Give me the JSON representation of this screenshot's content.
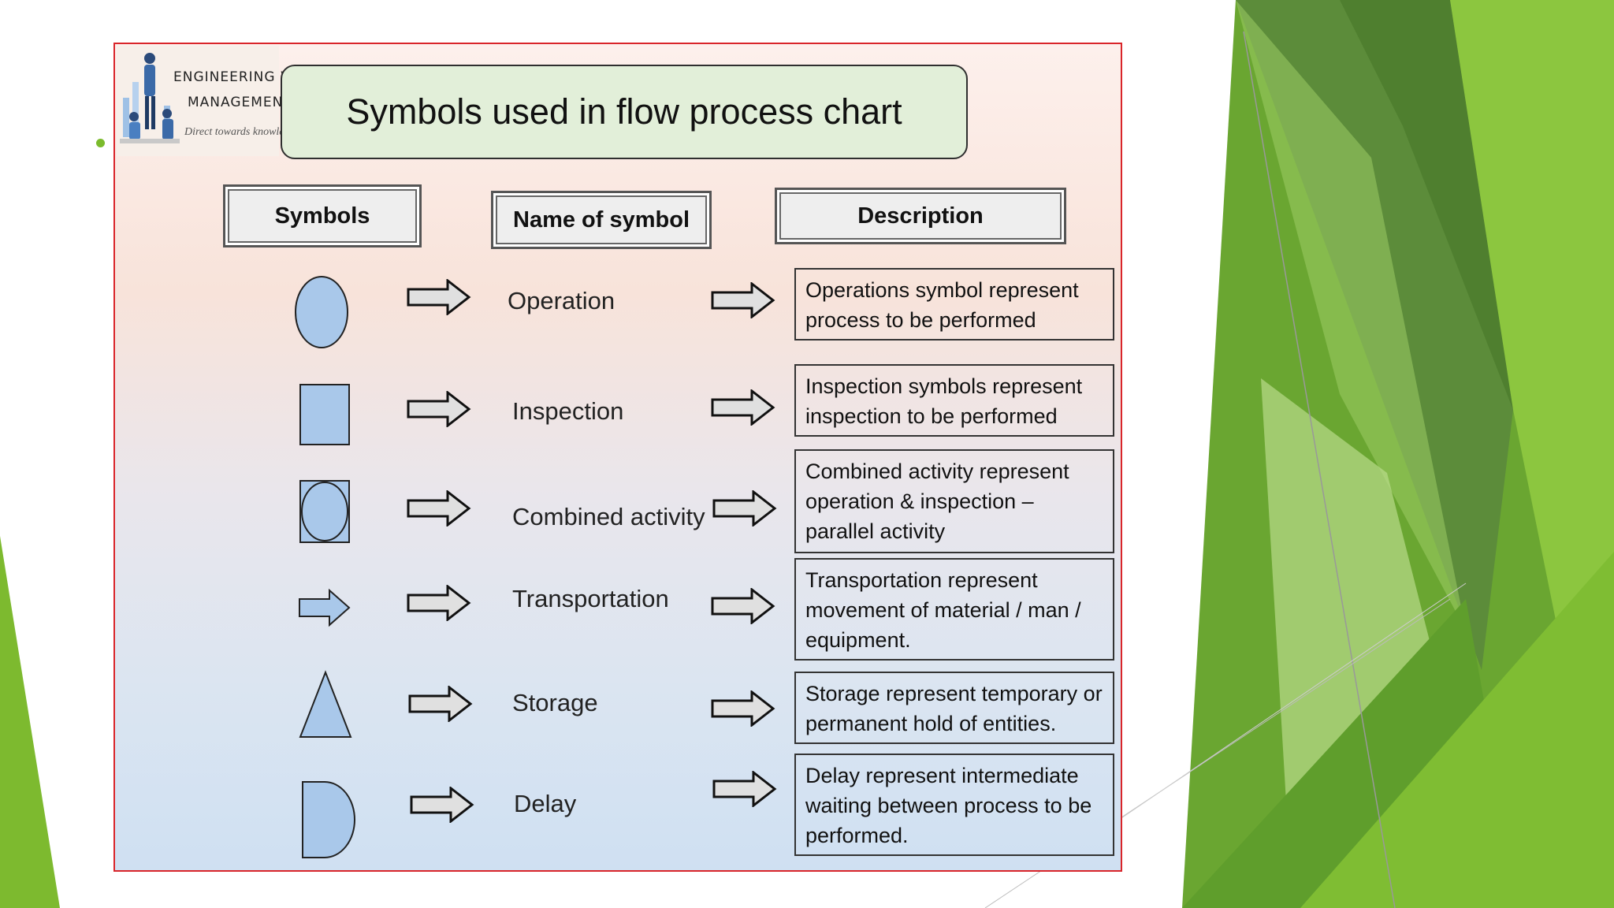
{
  "slide": {
    "title": "Symbols used in flow process chart",
    "logo": {
      "line1": "ENGINEERING WITH",
      "line2": "MANAGEMENT",
      "tagline": "Direct towards knowledge"
    },
    "headers": {
      "symbols": "Symbols",
      "name": "Name of symbol",
      "description": "Description"
    },
    "rows": [
      {
        "symbol_icon": "ellipse-icon",
        "name": "Operation",
        "description": "Operations symbol represent process to be performed"
      },
      {
        "symbol_icon": "square-icon",
        "name": "Inspection",
        "description": "Inspection symbols represent inspection to be performed"
      },
      {
        "symbol_icon": "circle-in-square-icon",
        "name": "Combined activity",
        "description": "Combined activity represent operation & inspection – parallel activity"
      },
      {
        "symbol_icon": "right-arrow-icon",
        "name": "Transportation",
        "description": "Transportation represent movement of material / man / equipment."
      },
      {
        "symbol_icon": "triangle-icon",
        "name": "Storage",
        "description": "Storage represent temporary or permanent hold of entities."
      },
      {
        "symbol_icon": "d-shape-icon",
        "name": "Delay",
        "description": "Delay represent intermediate waiting between process to be performed."
      }
    ],
    "colors": {
      "symbol_fill": "#a9c8ea",
      "title_fill": "#e2efd9",
      "panel_border": "#d9252a",
      "accent_green": "#7bbb2c"
    }
  }
}
